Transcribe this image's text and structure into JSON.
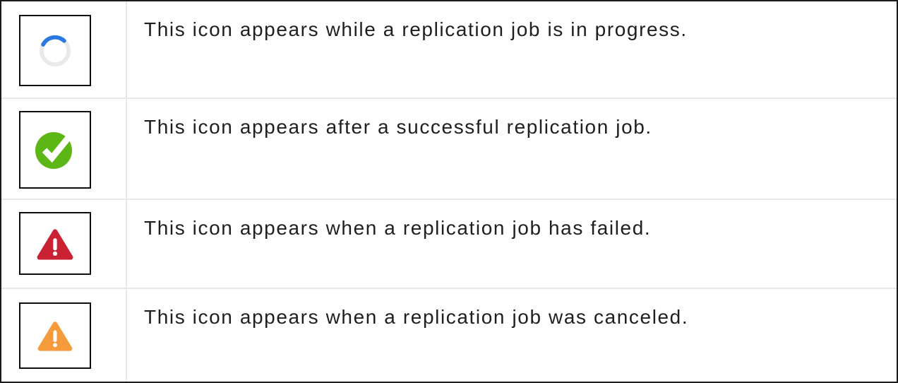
{
  "table": {
    "rows": [
      {
        "icon": "in-progress-spinner-icon",
        "description": "This icon appears while a replication job is in progress."
      },
      {
        "icon": "success-check-icon",
        "description": "This icon appears after a successful replication job."
      },
      {
        "icon": "failed-warning-icon",
        "description": "This icon appears when a replication job has failed."
      },
      {
        "icon": "canceled-warning-icon",
        "description": "This icon appears when a replication job was canceled."
      }
    ]
  },
  "colors": {
    "spinner_track": "#e9e9e9",
    "spinner_blue": "#2979e0",
    "success_green": "#5cb615",
    "failed_red": "#cb2233",
    "canceled_orange": "#f59b3c",
    "glyph_white": "#ffffff"
  }
}
